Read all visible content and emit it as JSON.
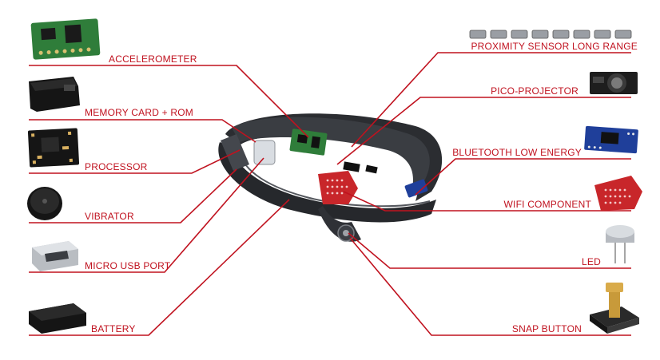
{
  "labels": {
    "accelerometer": "ACCELEROMETER",
    "memory_card_rom": "MEMORY CARD + ROM",
    "processor": "PROCESSOR",
    "vibrator": "VIBRATOR",
    "micro_usb_port": "MICRO USB PORT",
    "battery": "BATTERY",
    "proximity_sensor": "PROXIMITY SENSOR LONG RANGE",
    "pico_projector": "PICO-PROJECTOR",
    "bluetooth_low_energy": "BLUETOOTH LOW ENERGY",
    "wifi_component": "WIFI COMPONENT",
    "led": "LED",
    "snap_button": "SNAP BUTTON"
  },
  "colors": {
    "leader_line": "#c0121f",
    "label_text": "#c0121f",
    "band": "#2b2d31",
    "pcb_green": "#2f7d3a",
    "pcb_red": "#c8262a",
    "pcb_blue": "#1f3f9a"
  }
}
